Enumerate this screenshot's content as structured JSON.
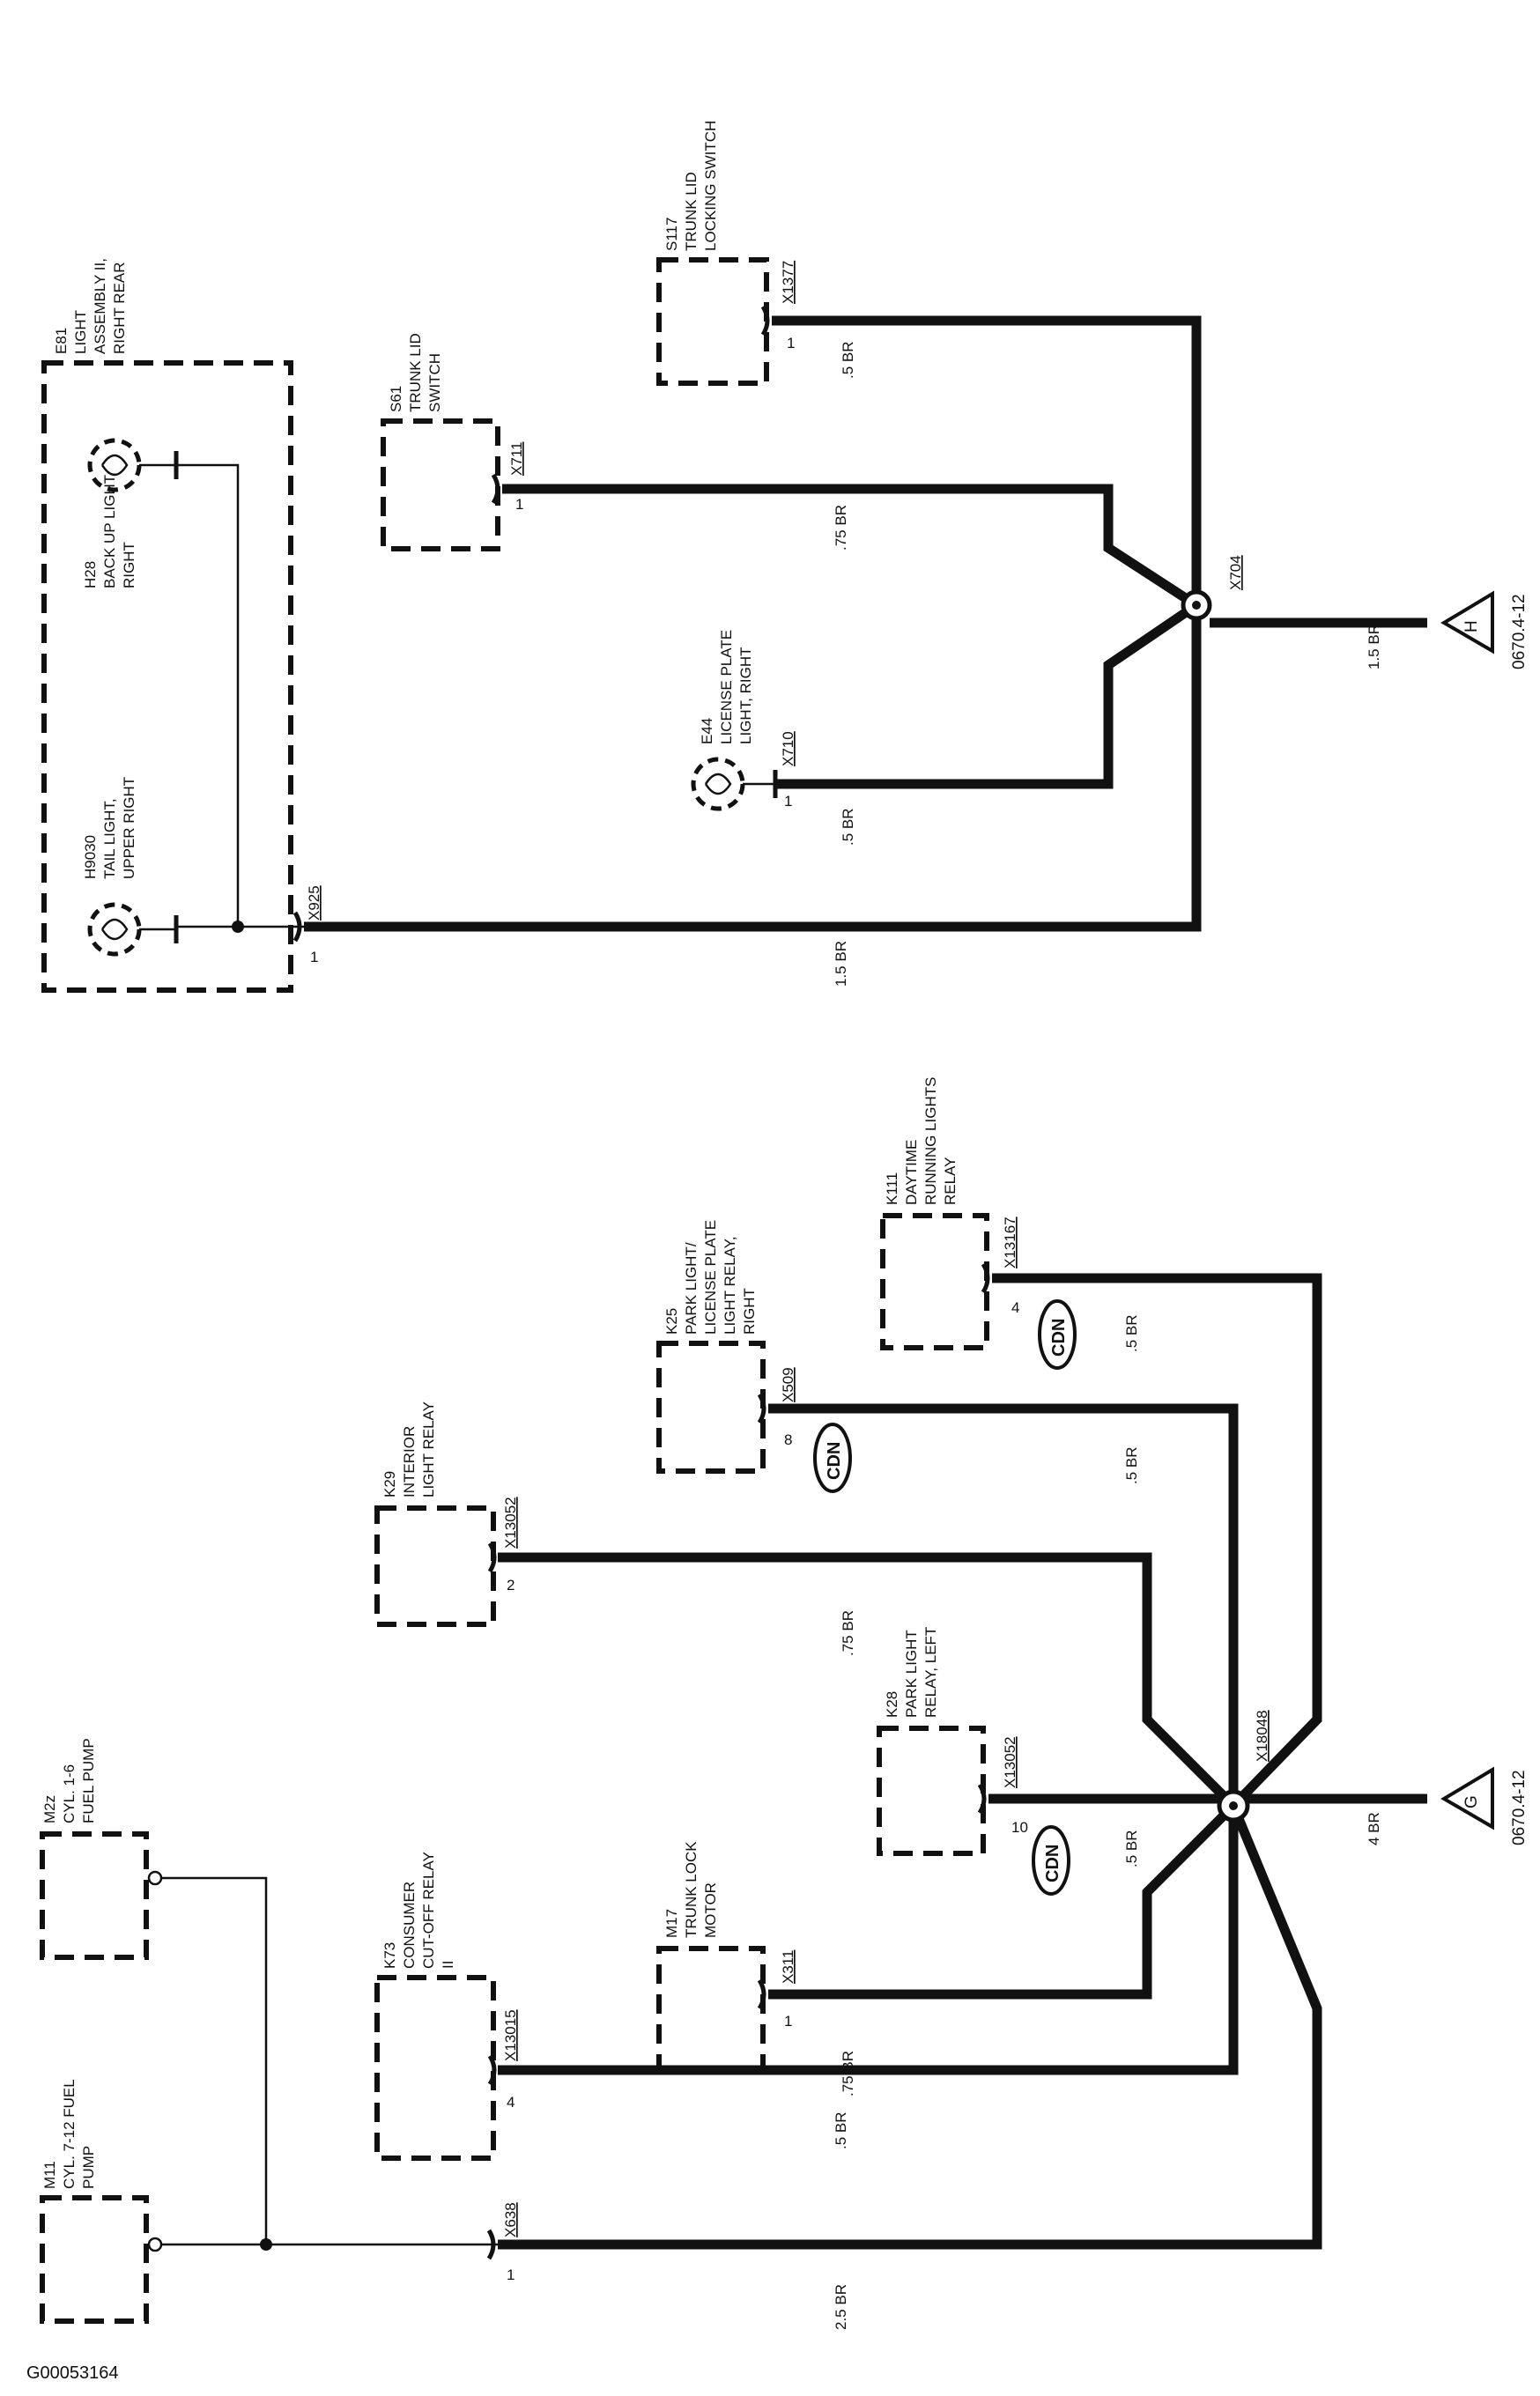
{
  "document_id": "G00053164",
  "components": {
    "e81": {
      "id": "E81",
      "l1": "LIGHT",
      "l2": "ASSEMBLY II,",
      "l3": "RIGHT REAR"
    },
    "h28": {
      "id": "H28",
      "l1": "BACK UP LIGHT,",
      "l2": "RIGHT"
    },
    "h9030": {
      "id": "H9030",
      "l1": "TAIL LIGHT,",
      "l2": "UPPER RIGHT"
    },
    "s61": {
      "id": "S61",
      "l1": "TRUNK LID",
      "l2": "SWITCH"
    },
    "s117": {
      "id": "S117",
      "l1": "TRUNK LID",
      "l2": "LOCKING SWITCH"
    },
    "e44": {
      "id": "E44",
      "l1": "LICENSE PLATE",
      "l2": "LIGHT, RIGHT"
    },
    "m2z": {
      "id": "M2z",
      "l1": "CYL. 1-6",
      "l2": "FUEL PUMP"
    },
    "m11": {
      "id": "M11",
      "l1": "CYL. 7-12 FUEL",
      "l2": "PUMP"
    },
    "k73": {
      "id": "K73",
      "l1": "CONSUMER",
      "l2": "CUT-OFF RELAY",
      "l3": "II"
    },
    "k29": {
      "id": "K29",
      "l1": "INTERIOR",
      "l2": "LIGHT RELAY"
    },
    "m17": {
      "id": "M17",
      "l1": "TRUNK LOCK",
      "l2": "MOTOR"
    },
    "k25": {
      "id": "K25",
      "l1": "PARK LIGHT/",
      "l2": "LICENSE PLATE",
      "l3": "LIGHT RELAY,",
      "l4": "RIGHT"
    },
    "k28": {
      "id": "K28",
      "l1": "PARK LIGHT",
      "l2": "RELAY, LEFT"
    },
    "k111": {
      "id": "K111",
      "l1": "DAYTIME",
      "l2": "RUNNING LIGHTS",
      "l3": "RELAY"
    }
  },
  "connectors": {
    "x925": "X925",
    "x711": "X711",
    "x1377": "X1377",
    "x710": "X710",
    "x704": "X704",
    "x638": "X638",
    "x13015": "X13015",
    "x13052a": "X13052",
    "x311": "X311",
    "x509": "X509",
    "x13052b": "X13052",
    "x13167": "X13167",
    "x18048": "X18048"
  },
  "pins": {
    "x925": "1",
    "x711": "1",
    "x1377": "1",
    "x710": "1",
    "x638": "1",
    "x13015": "4",
    "x13052a": "2",
    "x311": "1",
    "x509": "8",
    "x13052b": "10",
    "x13167": "4"
  },
  "wires": {
    "x925": "1.5 BR",
    "x711": ".75 BR",
    "x1377": ".5 BR",
    "x710": ".5 BR",
    "x704": "1.5 BR",
    "x638": "2.5 BR",
    "x13015": ".5 BR",
    "x13052a": ".75 BR",
    "x311": ".75 BR",
    "x509": ".5 BR",
    "x13052b": ".5 BR",
    "x13167": ".5 BR",
    "x18048": "4 BR"
  },
  "refs": {
    "h": {
      "letter": "H",
      "page": "0670.4-12"
    },
    "g": {
      "letter": "G",
      "page": "0670.4-12"
    }
  },
  "cdn_label": "CDN"
}
